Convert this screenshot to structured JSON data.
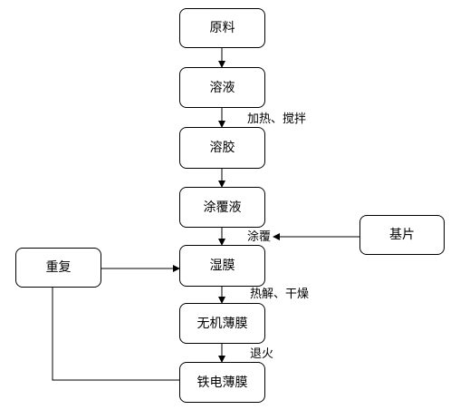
{
  "nodes": {
    "raw_material": "原料",
    "solution": "溶液",
    "sol": "溶胶",
    "coating_liquid": "涂覆液",
    "wet_film": "湿膜",
    "inorganic_film": "无机薄膜",
    "ferroelectric_film": "铁电薄膜",
    "substrate": "基片",
    "repeat": "重复"
  },
  "edge_labels": {
    "heat_stir": "加热、搅拌",
    "coat": "涂覆",
    "pyrolysis_dry": "热解、干燥",
    "anneal": "退火"
  },
  "colors": {
    "stroke": "#000000",
    "background": "#ffffff"
  }
}
